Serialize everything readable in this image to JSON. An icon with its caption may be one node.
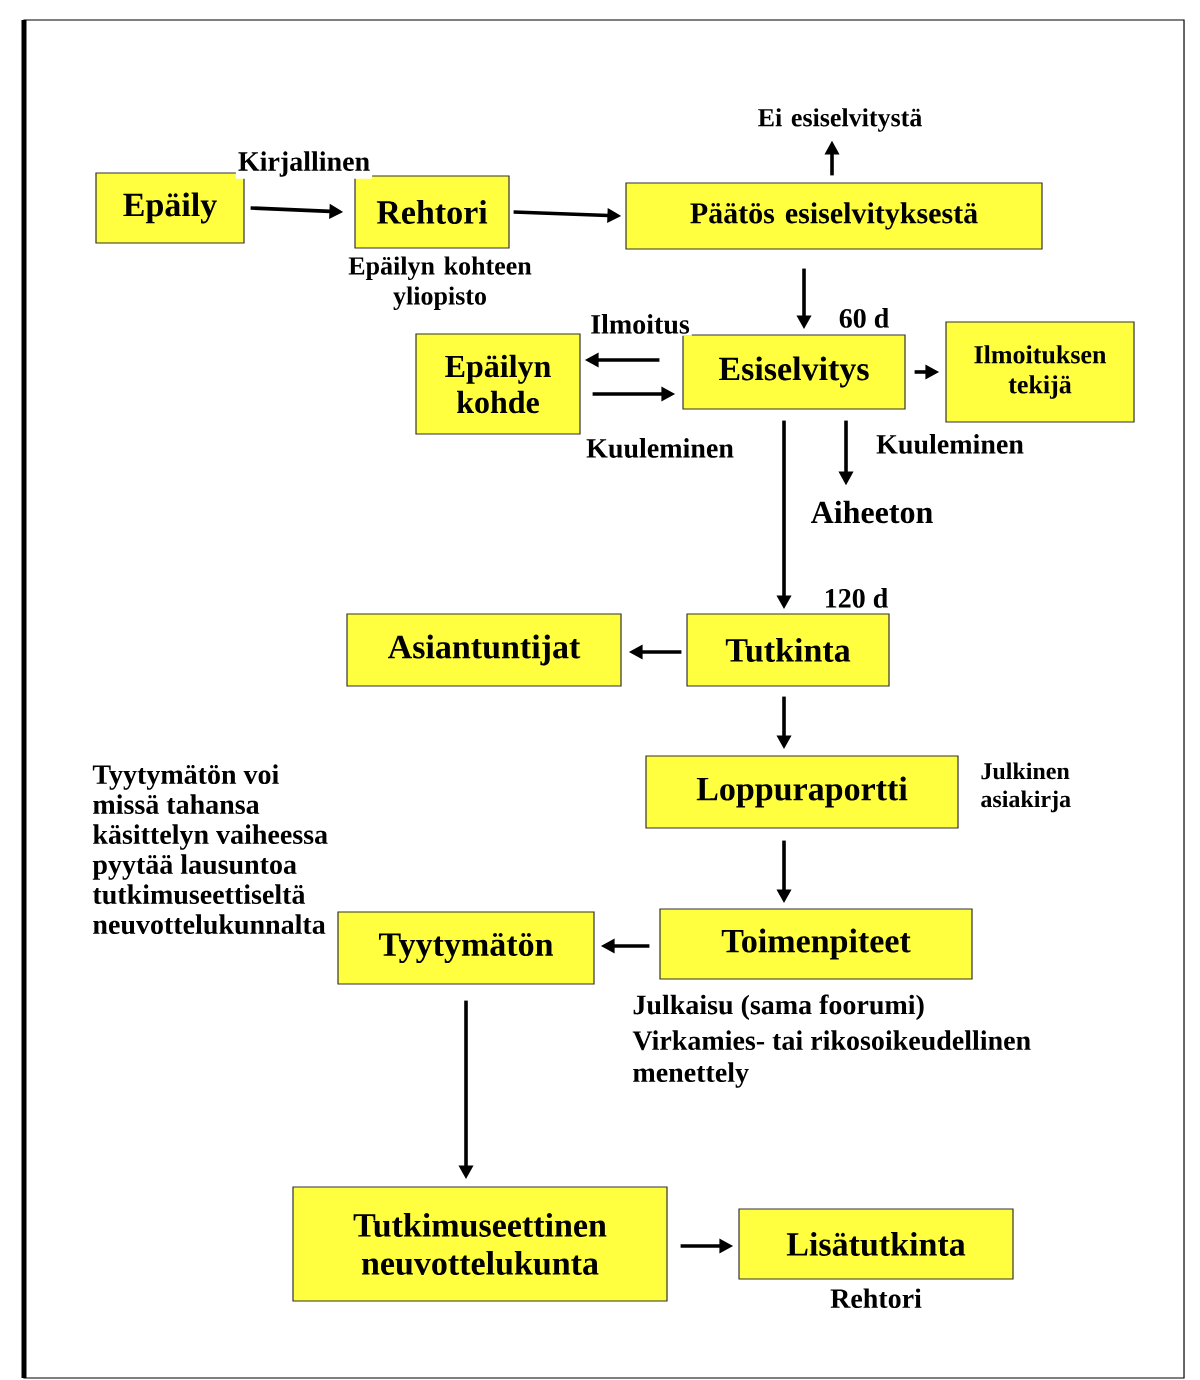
{
  "diagram": {
    "nodes": [
      {
        "text": [
          "Epäily"
        ]
      },
      {
        "text": [
          "Rehtori"
        ],
        "beside": [
          "Epäilyn kohteen yliopisto"
        ]
      },
      {
        "text": [
          "Päätös esiselvityksestä"
        ]
      },
      {
        "text": [
          "Ei esiselvitystä"
        ]
      },
      {
        "text": [
          "Epäilyn kohde"
        ]
      },
      {
        "text": [
          "Esiselvitys"
        ]
      },
      {
        "text": [
          "Ilmoituksen tekijä"
        ]
      },
      {
        "text": [
          "Aiheeton"
        ]
      },
      {
        "text": [
          "Asiantuntijat"
        ]
      },
      {
        "text": [
          "Tutkinta"
        ]
      },
      {
        "text": [
          "Loppuraportti"
        ],
        "beside": [
          "Julkinen asiakirja"
        ]
      },
      {
        "text": [
          "Tyytymätön"
        ]
      },
      {
        "text": [
          "Toimenpiteet"
        ],
        "beside": [
          "Julkaisu (sama foorumi)",
          "Virkamies- tai rikosoikeudellinen menettely"
        ]
      },
      {
        "text": [
          "Tutkimuseettinen neuvottelukunta"
        ]
      },
      {
        "text": [
          "Lisätutkinta"
        ],
        "beside": [
          "Rehtori"
        ]
      }
    ],
    "edges": [
      {
        "from": 0,
        "to": 1,
        "arrow": "to",
        "label": "Kirjallinen"
      },
      {
        "from": 1,
        "to": 2,
        "arrow": "to"
      },
      {
        "from": 2,
        "to": 3,
        "arrow": "to"
      },
      {
        "from": 2,
        "to": 5,
        "arrow": "to",
        "label": "60 d"
      },
      {
        "from": 5,
        "to": 4,
        "arrow": "to",
        "label": "Ilmoitus"
      },
      {
        "from": 4,
        "to": 5,
        "arrow": "to",
        "label": "Kuuleminen"
      },
      {
        "from": 5,
        "to": 6,
        "arrow": "to"
      },
      {
        "from": 5,
        "to": 7,
        "arrow": "to",
        "label": "Kuuleminen"
      },
      {
        "from": 5,
        "to": 9,
        "arrow": "to",
        "label": "120 d"
      },
      {
        "from": 9,
        "to": 8,
        "arrow": "to"
      },
      {
        "from": 9,
        "to": 10,
        "arrow": "to"
      },
      {
        "from": 10,
        "to": 12,
        "arrow": "to"
      },
      {
        "from": 12,
        "to": 11,
        "arrow": "to"
      },
      {
        "from": 11,
        "to": 13,
        "arrow": "to"
      },
      {
        "from": 13,
        "to": 14,
        "arrow": "to"
      }
    ],
    "labels": [
      "Tyytymätön voi missä tahansa käsittelyn vaiheessa pyytää lausuntoa tutkimuseettiseltä neuvottelukunnalta"
    ]
  }
}
